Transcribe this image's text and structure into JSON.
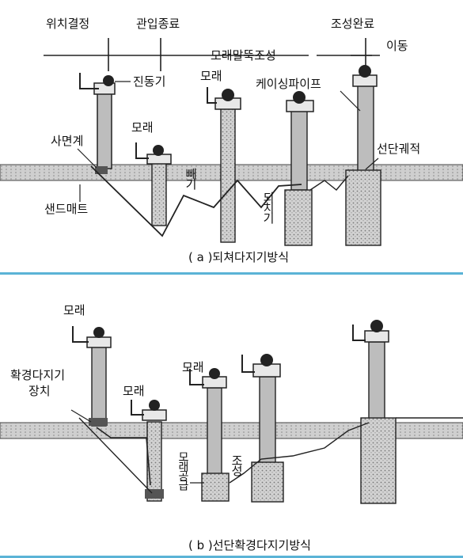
{
  "panel_a": {
    "stages": {
      "position_set": "위치결정",
      "penetration_end": "관입종료",
      "compaction_done": "조성완료"
    },
    "process": "모래말뚝조성",
    "move": "이동",
    "vibrator": "진동기",
    "sand_1": "모래",
    "sand_2": "모래",
    "inclinometer": "사면계",
    "casing_pipe": "케이싱파이프",
    "tip_plate": "선단궤적",
    "sand_mat": "샌드매트",
    "pull_out": "빼기",
    "push_back": "되치기",
    "caption": "( a )되쳐다지기방식"
  },
  "panel_b": {
    "sand_1": "모래",
    "sand_2": "모래",
    "sand_3": "모래",
    "device": "확경다지기\n장치",
    "device_line1": "확경다지기",
    "device_line2": "장치",
    "sand_supply": "모래공급",
    "formation": "조성",
    "caption": "( b )선단확경다지기방식"
  },
  "colors": {
    "divider": "#5ab3d6",
    "line": "#222222",
    "ground": "#d8d8d8",
    "pile_fill": "#c9c9c9"
  }
}
